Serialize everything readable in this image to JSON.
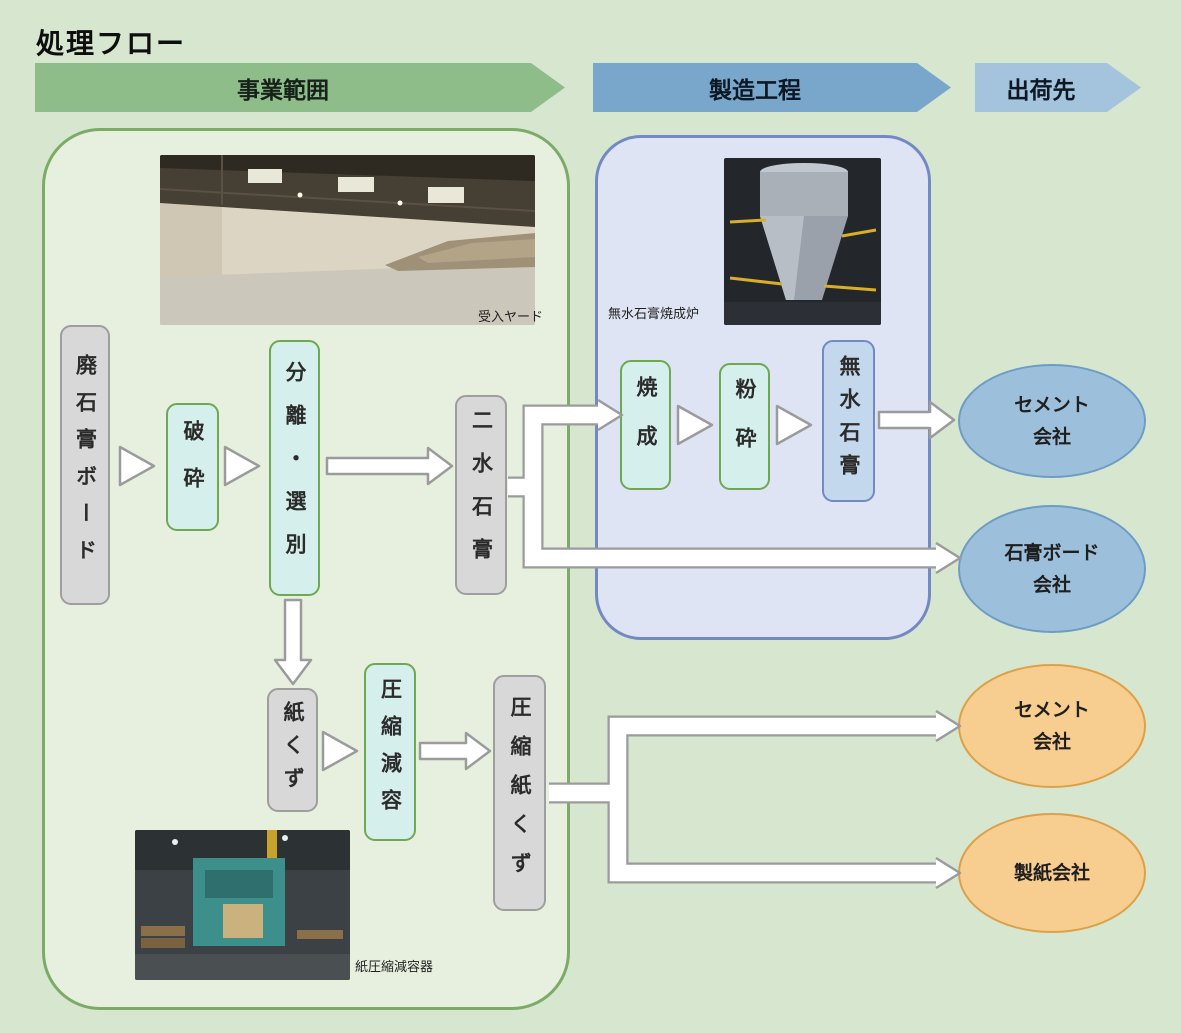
{
  "title": "処理フロー",
  "headers": {
    "business_scope": "事業範囲",
    "manufacturing": "製造工程",
    "destination": "出荷先"
  },
  "captions": {
    "receiving_yard": "受入ヤード",
    "furnace": "無水石膏焼成炉",
    "compressor": "紙圧縮減容器"
  },
  "nodes": {
    "waste_board": "廃石膏ボード",
    "crushing": "破砕",
    "separation": "分離・選別",
    "dihydrate": "二水石膏",
    "paper_scrap": "紙くず",
    "compression": "圧縮減容",
    "compressed_paper": "圧縮紙くず",
    "calcination": "焼成",
    "grinding": "粉砕",
    "anhydrous": "無水石膏"
  },
  "destinations": [
    {
      "lines": [
        "セメント",
        "会社"
      ],
      "style": "blue"
    },
    {
      "lines": [
        "石膏ボード",
        "会社"
      ],
      "style": "blue"
    },
    {
      "lines": [
        "セメント",
        "会社"
      ],
      "style": "orange"
    },
    {
      "lines": [
        "製紙会社"
      ],
      "style": "orange"
    }
  ],
  "colors": {
    "background": "#d7e6cf",
    "scope_arrow": "#8ebd8a",
    "process_arrow": "#78a7cb",
    "dest_arrow": "#a4c3dc",
    "scope_container_fill": "#e7f0df",
    "scope_container_border": "#7cab67",
    "process_container_fill": "#dee4f4",
    "process_container_border": "#7289c4",
    "gray_node": "#d8d8d8",
    "cyan_node": "#d5efec",
    "cyan_node_border": "#6fa852",
    "blue_node": "#c3d8ed",
    "blue_ellipse": "#9cc0db",
    "orange_ellipse": "#f7cd90",
    "flow_arrow_outline": "#9b9b9b"
  }
}
